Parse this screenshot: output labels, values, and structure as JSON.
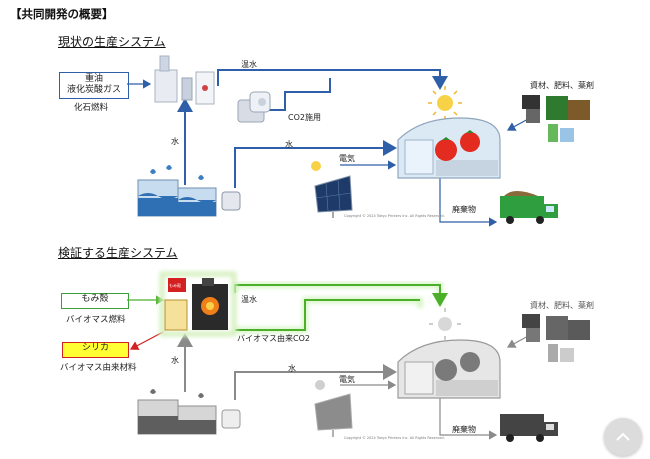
{
  "page_title": "【共同開発の概要】",
  "section1": {
    "title": "現状の生産システム",
    "fuel_box_line1": "重油",
    "fuel_box_line2": "液化炭酸ガス",
    "fuel_caption": "化石燃料",
    "warm_water": "温水",
    "co2_use": "CO2施用",
    "water_1": "水",
    "water_2": "水",
    "electricity": "電気",
    "materials": "資材、肥料、薬剤",
    "waste": "廃棄物",
    "copyright": "Copyright © 2024 Tokyo Printers Inc. All Rights Reserved."
  },
  "section2": {
    "title": "検証する生産システム",
    "fuel_box": "もみ殻",
    "fuel_caption": "バイオマス燃料",
    "silica_box": "シリカ",
    "silica_caption": "バイオマス由来材料",
    "warm_water": "温水",
    "biomass_co2": "バイオマス由来CO2",
    "water_1": "水",
    "water_2": "水",
    "electricity": "電気",
    "materials": "資材、肥料、薬剤",
    "waste": "廃棄物",
    "copyright": "Copyright © 2024 Tokyo Printers Inc. All Rights Reserved.",
    "bag_label": "もみ殻"
  },
  "colors": {
    "blue_flow": "#2e5fa8",
    "green_flow": "#4caf2a",
    "gray_flow": "#8a8a8a",
    "red_arrow": "#d42020",
    "silica_fill": "#ffff33"
  },
  "icons": [
    "boiler-icon",
    "co2-generator-icon",
    "greenhouse-icon",
    "tomato-icon",
    "sun-icon",
    "solar-panel-icon",
    "water-tank-icon",
    "materials-icon",
    "garbage-truck-icon",
    "biomass-boiler-icon",
    "chevron-up-icon"
  ]
}
